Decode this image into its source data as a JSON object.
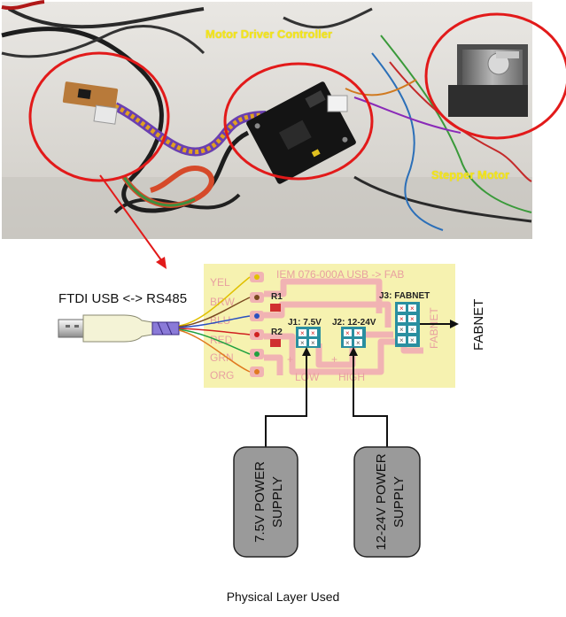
{
  "photo": {
    "label_controller": "Motor Driver Controller",
    "label_stepper": "Stepper Motor"
  },
  "diagram": {
    "ftdi_label": "FTDI USB <-> RS485",
    "board_title": "IEM 076-000A  USB -> FAB",
    "wires": [
      "YEL",
      "BRW",
      "BLU",
      "RED",
      "GRN",
      "ORG"
    ],
    "r1": "R1",
    "r2": "R2",
    "j1": "J1: 7.5V",
    "j2": "J2: 12-24V",
    "j3": "J3: FABNET",
    "fabnet_vertical": "FABNET",
    "low": "LOW",
    "high": "HIGH",
    "fabnet_arrow": "FABNET",
    "psu1_line1": "7.5V POWER",
    "psu1_line2": "SUPPLY",
    "psu2_line1": "12-24V POWER",
    "psu2_line2": "SUPPLY"
  },
  "caption": "Physical Layer Used",
  "colors": {
    "highlight_circle": "#e21a1a",
    "board_fill": "#f6f2b0",
    "trace": "#f1b3b3",
    "header": "#2a8fa0",
    "psu_fill": "#9a9a9a"
  }
}
